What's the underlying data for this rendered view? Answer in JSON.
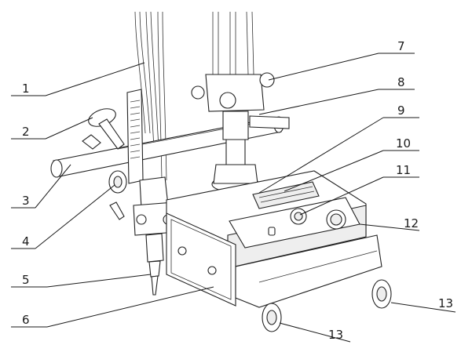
{
  "diagram": {
    "callouts": [
      {
        "id": "1",
        "label": "1"
      },
      {
        "id": "2",
        "label": "2"
      },
      {
        "id": "3",
        "label": "3"
      },
      {
        "id": "4",
        "label": "4"
      },
      {
        "id": "5",
        "label": "5"
      },
      {
        "id": "6",
        "label": "6"
      },
      {
        "id": "7",
        "label": "7"
      },
      {
        "id": "8",
        "label": "8"
      },
      {
        "id": "9",
        "label": "9"
      },
      {
        "id": "10",
        "label": "10"
      },
      {
        "id": "11",
        "label": "11"
      },
      {
        "id": "12",
        "label": "12"
      },
      {
        "id": "13a",
        "label": "13"
      },
      {
        "id": "13b",
        "label": "13"
      }
    ]
  },
  "colors": {
    "line": "#1a1a1a",
    "watermark": "#d8d8d8"
  }
}
